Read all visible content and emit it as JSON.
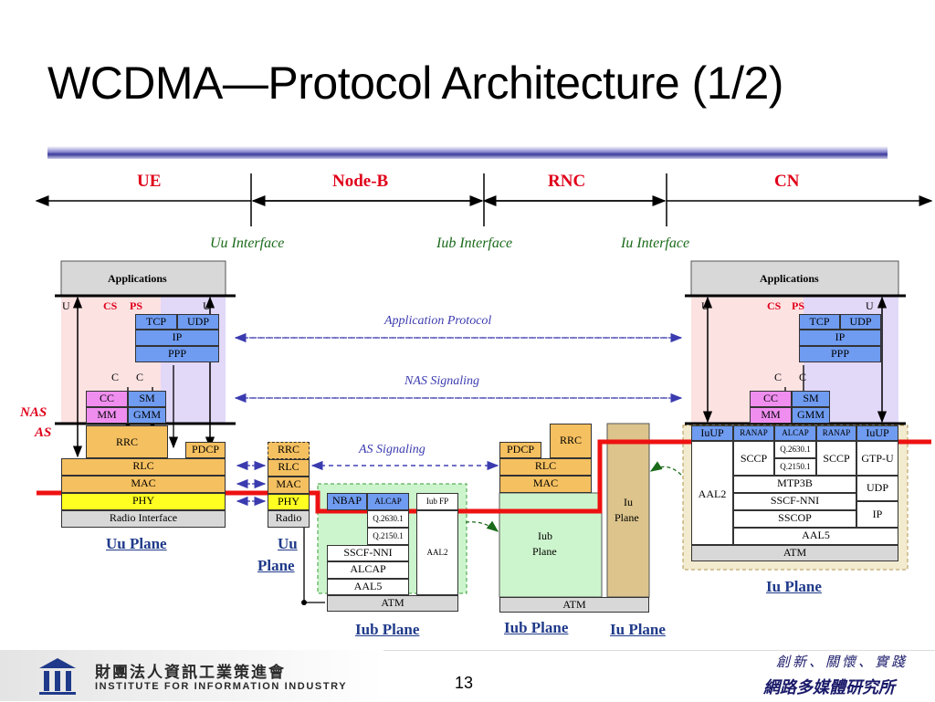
{
  "title": "WCDMA—Protocol Architecture (1/2)",
  "colors": {
    "accent_blue": "#3a3a9a",
    "cs_red": "#e0001a",
    "plane_blue": "#1f3a8a",
    "interface_green": "#1a6a1a",
    "signal_blue": "#3b3bb0"
  },
  "nodes": {
    "ue": "UE",
    "nodeb": "Node-B",
    "rnc": "RNC",
    "cn": "CN"
  },
  "interfaces": {
    "uu": "Uu Interface",
    "iub": "Iub Interface",
    "iu": "Iu Interface"
  },
  "signals": {
    "app_protocol": "Application Protocol",
    "nas_signaling": "NAS Signaling",
    "as_signaling": "AS Signaling"
  },
  "stratum": {
    "nas": "NAS",
    "as": "AS"
  },
  "ue_stack": {
    "applications": "Applications",
    "u1": "U",
    "cs": "CS",
    "ps": "PS",
    "u2": "U",
    "tcp": "TCP",
    "udp": "UDP",
    "ip": "IP",
    "ppp": "PPP",
    "c1": "C",
    "c2": "C",
    "cc": "CC",
    "sm": "SM",
    "mm": "MM",
    "gmm": "GMM",
    "rrc": "RRC",
    "pdcp": "PDCP",
    "rlc": "RLC",
    "mac": "MAC",
    "phy": "PHY",
    "radio": "Radio Interface"
  },
  "nodeb_uu": {
    "rrc": "RRC",
    "rlc": "RLC",
    "mac": "MAC",
    "phy": "PHY",
    "radio": "Radio"
  },
  "nodeb_iub": {
    "nbap": "NBAP",
    "alcap": "ALCAP",
    "iubfp": "Iub FP",
    "q2630": "Q.2630.1",
    "q2150": "Q.2150.1",
    "sscf": "SSCF-NNI",
    "alcap2": "ALCAP",
    "aal5": "AAL5",
    "aal2": "AAL2",
    "atm": "ATM"
  },
  "rnc_stack": {
    "rrc": "RRC",
    "pdcp": "PDCP",
    "rlc": "RLC",
    "mac": "MAC",
    "iub_plane1": "Iub",
    "iub_plane2": "Plane",
    "atm": "ATM",
    "iu_plane1": "Iu",
    "iu_plane2": "Plane"
  },
  "cn_stack": {
    "applications": "Applications",
    "u1": "U",
    "cs": "CS",
    "ps": "PS",
    "u2": "U",
    "tcp": "TCP",
    "udp": "UDP",
    "ip": "IP",
    "ppp": "PPP",
    "c1": "C",
    "c2": "C",
    "cc": "CC",
    "sm": "SM",
    "mm": "MM",
    "gmm": "GMM",
    "iuup1": "IuUP",
    "ranap1": "RANAP",
    "alcap": "ALCAP",
    "ranap2": "RANAP",
    "iuup2": "IuUP",
    "sccp1": "SCCP",
    "q2630": "Q.2630.1",
    "q2150": "Q.2150.1",
    "sccp2": "SCCP",
    "gtpu": "GTP-U",
    "aal2": "AAL2",
    "mtp3b": "MTP3B",
    "sscf": "SSCF-NNI",
    "sscop": "SSCOP",
    "udp2": "UDP",
    "ip2": "IP",
    "aal5": "AAL5",
    "atm": "ATM"
  },
  "planes": {
    "uu_plane": "Uu Plane",
    "uu_plane_b1": "Uu",
    "uu_plane_b2": "Plane",
    "iub_plane_left": "Iub Plane",
    "iub_plane_mid": "Iub Plane",
    "iu_plane_mid": "Iu Plane",
    "iu_plane_right": "Iu Plane"
  },
  "footer": {
    "org_cn": "財團法人資訊工業策進會",
    "org_en": "INSTITUTE FOR INFORMATION INDUSTRY",
    "page": "13",
    "lab_top": "創新、關懷、實踐",
    "lab_bottom": "網路多媒體研究所"
  }
}
